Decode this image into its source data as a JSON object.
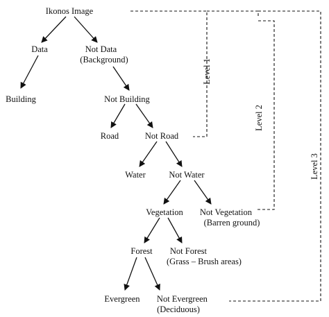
{
  "nodes": {
    "root": "Ikonos Image",
    "data": "Data",
    "not_data": [
      "Not Data",
      "(Background)"
    ],
    "building": "Building",
    "not_building": "Not Building",
    "road": "Road",
    "not_road": "Not Road",
    "water": "Water",
    "not_water": "Not Water",
    "vegetation": "Vegetation",
    "not_vegetation": [
      "Not Vegetation",
      "(Barren ground)"
    ],
    "forest": "Forest",
    "not_forest": [
      "Not Forest",
      "(Grass – Brush areas)"
    ],
    "evergreen": "Evergreen",
    "not_evergreen": [
      "Not Evergreen",
      "(Deciduous)"
    ]
  },
  "levels": {
    "level1": "Level 1",
    "level2": "Level 2",
    "level3": "Level 3"
  },
  "colors": {
    "ink": "#111111",
    "background": "#ffffff"
  }
}
